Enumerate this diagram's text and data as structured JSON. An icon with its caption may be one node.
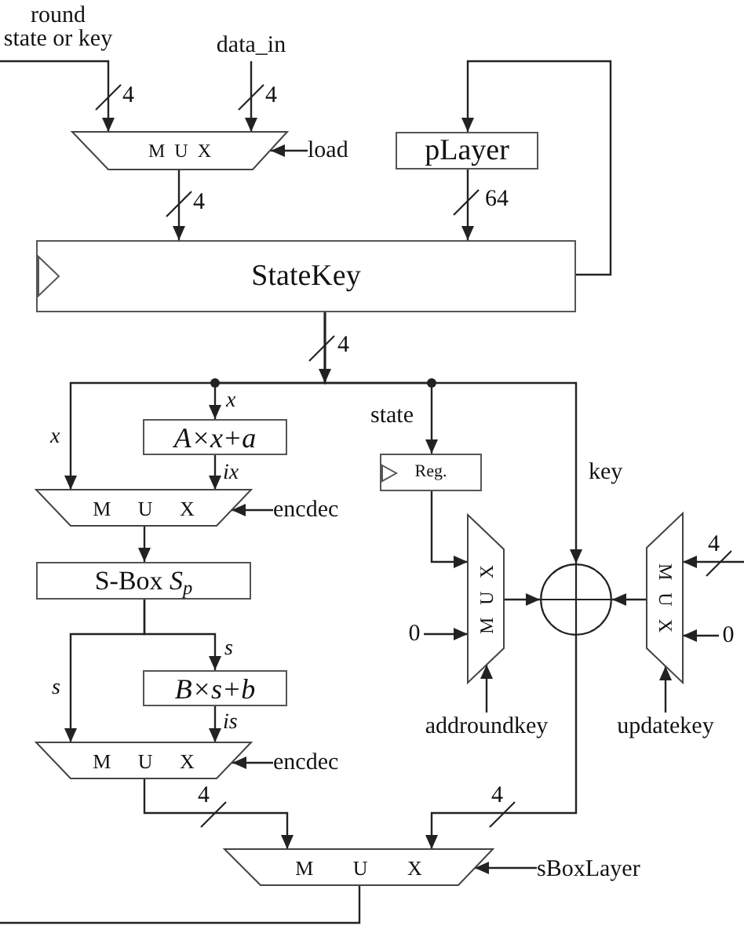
{
  "diagram": {
    "nodes": [
      {
        "text": [
          "round state or key"
        ]
      },
      {
        "text": [
          "data_in"
        ]
      },
      {
        "text": [
          "M U X"
        ]
      },
      {
        "text": [
          "load"
        ]
      },
      {
        "text": [
          "pLayer"
        ]
      },
      {
        "text": [
          "StateKey"
        ]
      },
      {
        "text": [
          "A×x+a"
        ]
      },
      {
        "text": [
          "M U X"
        ]
      },
      {
        "text": [
          "encdec"
        ]
      },
      {
        "text": [
          "Reg."
        ]
      },
      {
        "text": [],
        "shape": "circle"
      },
      {
        "text": [
          "M U X"
        ]
      },
      {
        "text": [
          "M U X"
        ]
      },
      {
        "text": [
          "S-Box *S*$_{p}$"
        ]
      },
      {
        "text": [
          "0"
        ]
      },
      {
        "text": [
          "0"
        ]
      },
      {
        "text": [
          "B×s+b"
        ]
      },
      {
        "text": [
          "addroundkey"
        ]
      },
      {
        "text": [
          "updatekey"
        ]
      },
      {
        "text": [
          "M U X"
        ]
      },
      {
        "text": [
          "encdec"
        ]
      },
      {
        "text": [
          "M U X"
        ]
      },
      {
        "text": [
          "sBoxLayer"
        ]
      }
    ],
    "edges": [
      {
        "from": 0,
        "to": 2,
        "arrow": "to"
      },
      {
        "from": 1,
        "to": 2,
        "arrow": "to"
      },
      {
        "from": 3,
        "to": 2,
        "arrow": "to"
      },
      {
        "from": 2,
        "to": 5,
        "arrow": "to"
      },
      {
        "from": 4,
        "to": 5,
        "arrow": "to"
      },
      {
        "from": 5,
        "to": 4,
        "arrow": "to"
      },
      {
        "from": 5,
        "to": 7,
        "arrow": "to",
        "label": "x"
      },
      {
        "from": 5,
        "to": 6,
        "arrow": "to",
        "label": "x"
      },
      {
        "from": 6,
        "to": 7,
        "arrow": "to",
        "label": "ix"
      },
      {
        "from": 5,
        "to": 9,
        "arrow": "to",
        "label": "state"
      },
      {
        "from": 5,
        "to": 10,
        "arrow": "to",
        "label": "key"
      },
      {
        "from": 8,
        "to": 7,
        "arrow": "to"
      },
      {
        "from": 7,
        "to": 13,
        "arrow": "to"
      },
      {
        "from": 9,
        "to": 11,
        "arrow": "to"
      },
      {
        "from": 14,
        "to": 11,
        "arrow": "to"
      },
      {
        "from": 17,
        "to": 11,
        "arrow": "to"
      },
      {
        "from": 11,
        "to": 10,
        "arrow": "to"
      },
      {
        "from": null,
        "to": 12,
        "arrow": "to"
      },
      {
        "from": 15,
        "to": 12,
        "arrow": "to"
      },
      {
        "from": 18,
        "to": 12,
        "arrow": "to"
      },
      {
        "from": 12,
        "to": 10,
        "arrow": "to"
      },
      {
        "from": 13,
        "to": 19,
        "arrow": "to",
        "label": "s"
      },
      {
        "from": 13,
        "to": 16,
        "arrow": "to",
        "label": "s"
      },
      {
        "from": 16,
        "to": 19,
        "arrow": "to",
        "label": "is"
      },
      {
        "from": 20,
        "to": 19,
        "arrow": "to"
      },
      {
        "from": 19,
        "to": 21,
        "arrow": "to"
      },
      {
        "from": 10,
        "to": 21,
        "arrow": "to"
      },
      {
        "from": 22,
        "to": 21,
        "arrow": "to"
      },
      {
        "from": 21,
        "to": null,
        "arrow": "none"
      }
    ],
    "labels": [
      "4",
      "4",
      "4",
      "64",
      "4",
      "4",
      "4",
      "4"
    ]
  }
}
